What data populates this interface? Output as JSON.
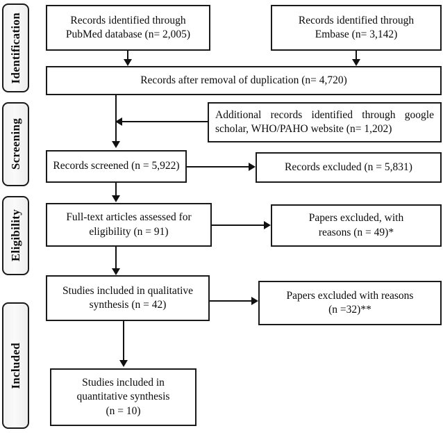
{
  "diagram": {
    "type": "prisma-flow-diagram",
    "stages": [
      {
        "id": "identification",
        "label": "Identification"
      },
      {
        "id": "screening",
        "label": "Screening"
      },
      {
        "id": "eligibility",
        "label": "Eligibility"
      },
      {
        "id": "included",
        "label": "Included"
      }
    ],
    "boxes": {
      "pubmed": {
        "line1": "Records identified through",
        "line2": "PubMed database (n= 2,005)",
        "n": 2005
      },
      "embase": {
        "line1": "Records identified through",
        "line2": "Embase (n= 3,142)",
        "n": 3142
      },
      "duplication": {
        "line1": "Records after removal of duplication (n= 4,720)",
        "n": 4720
      },
      "additional": {
        "line1": "Additional records identified through google scholar, WHO/PAHO website (n= 1,202)",
        "n": 1202
      },
      "screened": {
        "line1": "Records screened (n = 5,922)",
        "n": 5922
      },
      "records_excluded": {
        "line1": "Records excluded (n = 5,831)",
        "n": 5831
      },
      "fulltext": {
        "line1": "Full-text articles assessed for",
        "line2": "eligibility (n = 91)",
        "n": 91
      },
      "papers_excluded_1": {
        "line1": "Papers excluded, with",
        "line2": "reasons (n = 49)*",
        "n": 49
      },
      "qualitative": {
        "line1": "Studies included in qualitative",
        "line2": "synthesis (n = 42)",
        "n": 42
      },
      "papers_excluded_2": {
        "line1": "Papers excluded with reasons",
        "line2": "(n =32)**",
        "n": 32
      },
      "quantitative": {
        "line1": "Studies included in",
        "line2": "quantitative synthesis",
        "line3": "(n = 10)",
        "n": 10
      }
    },
    "colors": {
      "line": "#111111",
      "box_border": "#1a1a1a",
      "stage_fill": "#f2f2f2",
      "text": "#0a0a0a",
      "background": "#ffffff"
    }
  }
}
